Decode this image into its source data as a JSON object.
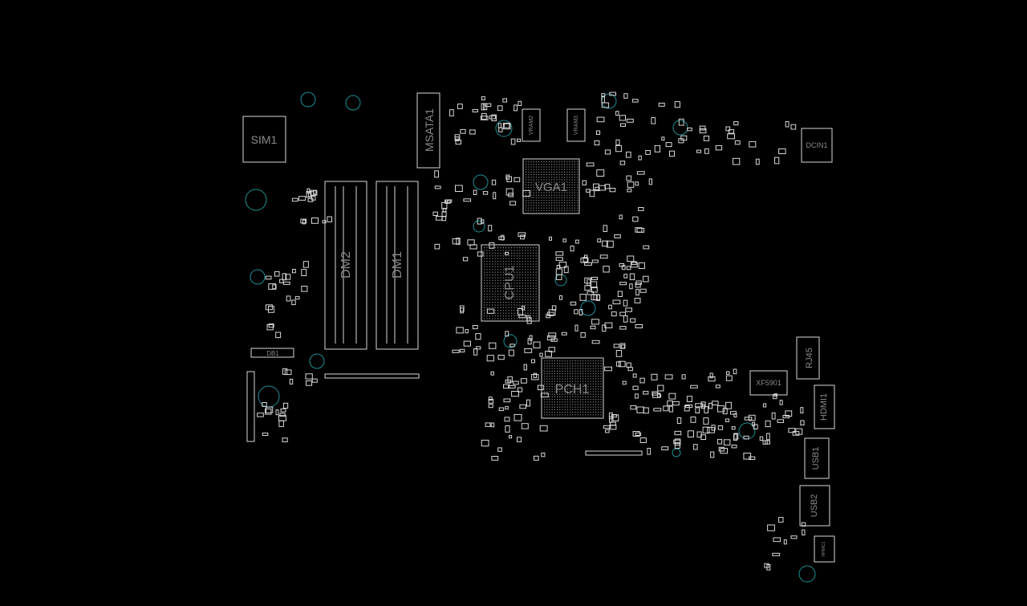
{
  "board": {
    "colors": {
      "background": "#000000",
      "outline": "#d8d8d8",
      "label": "#8a8a8a",
      "mount_hole": "#1f8f95"
    },
    "components": {
      "sim": "SIM1",
      "msata": "MSATA1",
      "dm2": "DM2",
      "dm1": "DM1",
      "vga": "VGA1",
      "cpu": "CPU1",
      "pch": "PCH1",
      "dcin": "DCIN1",
      "db": "DB1",
      "rj45": "RJ45",
      "xf": "XF5901",
      "hdmi": "HDMI1",
      "usb1": "USB1",
      "usb2": "USB2",
      "hpmic": "HPMIC1",
      "vram2": "VRAM2",
      "vram3": "VRAM3"
    }
  }
}
